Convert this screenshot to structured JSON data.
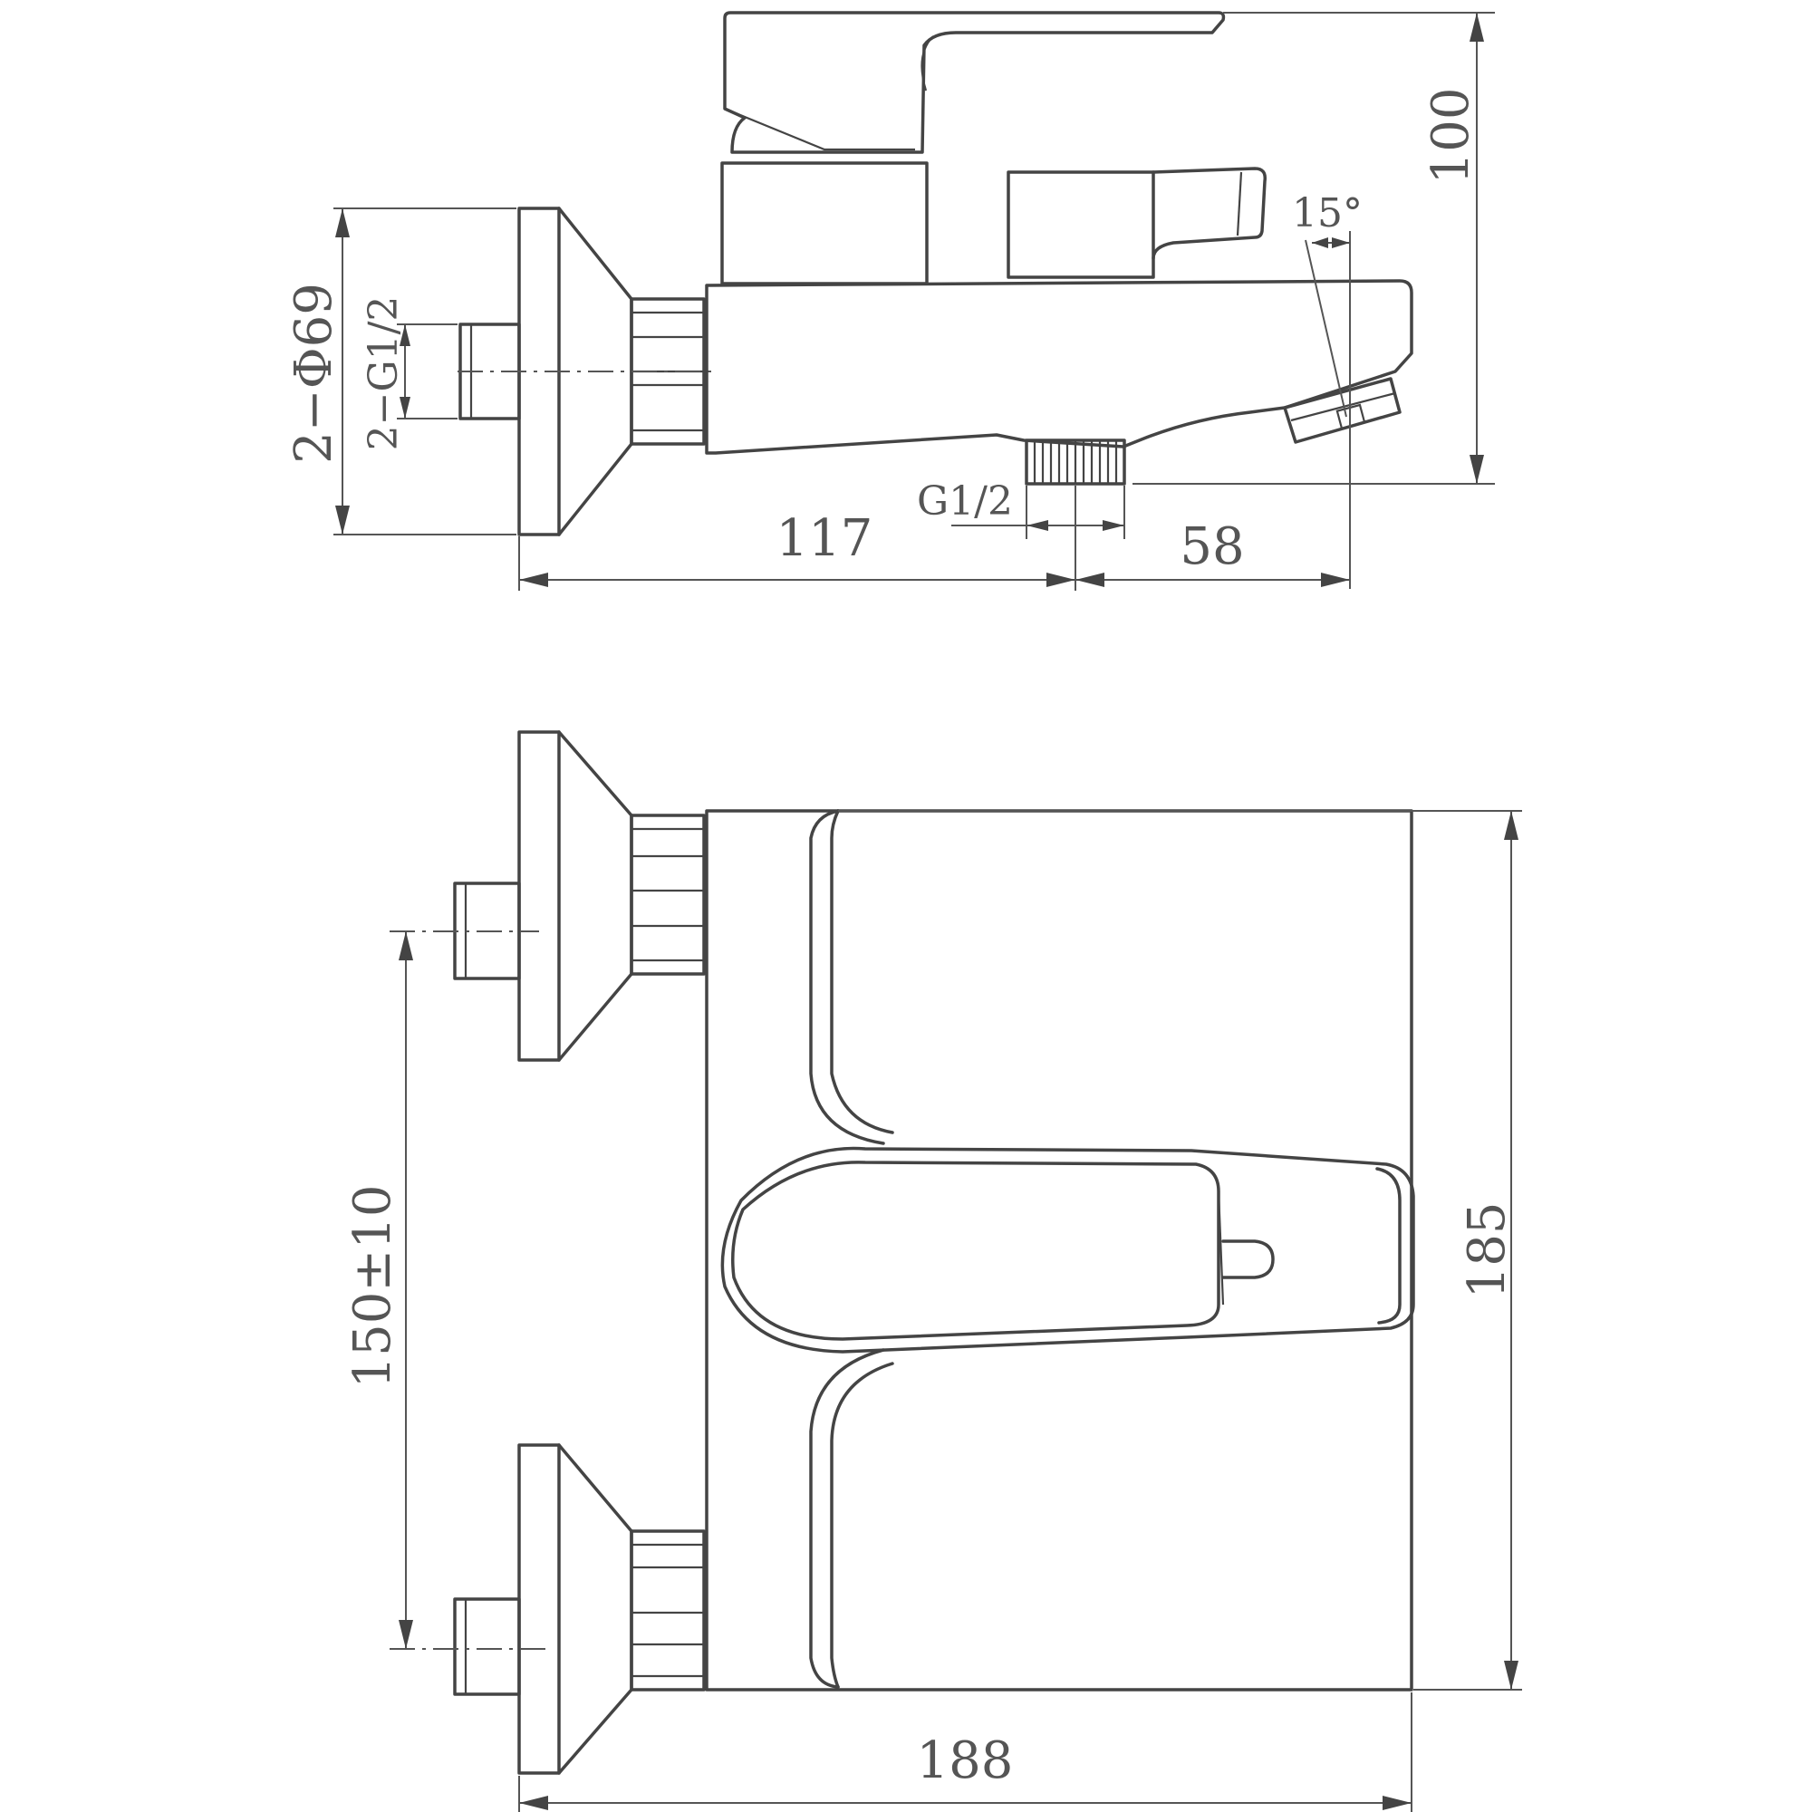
{
  "top_view": {
    "dims": {
      "height_total": "100",
      "flange_diameter": "2−Φ69",
      "inlet_thread": "2−G1/2",
      "outlet_thread": "G1/2",
      "spout_angle": "15°",
      "left_to_outlet": "117",
      "outlet_to_spout": "58"
    }
  },
  "front_view": {
    "dims": {
      "inlet_spacing": "150±10",
      "body_height": "185",
      "overall_width": "188"
    }
  }
}
